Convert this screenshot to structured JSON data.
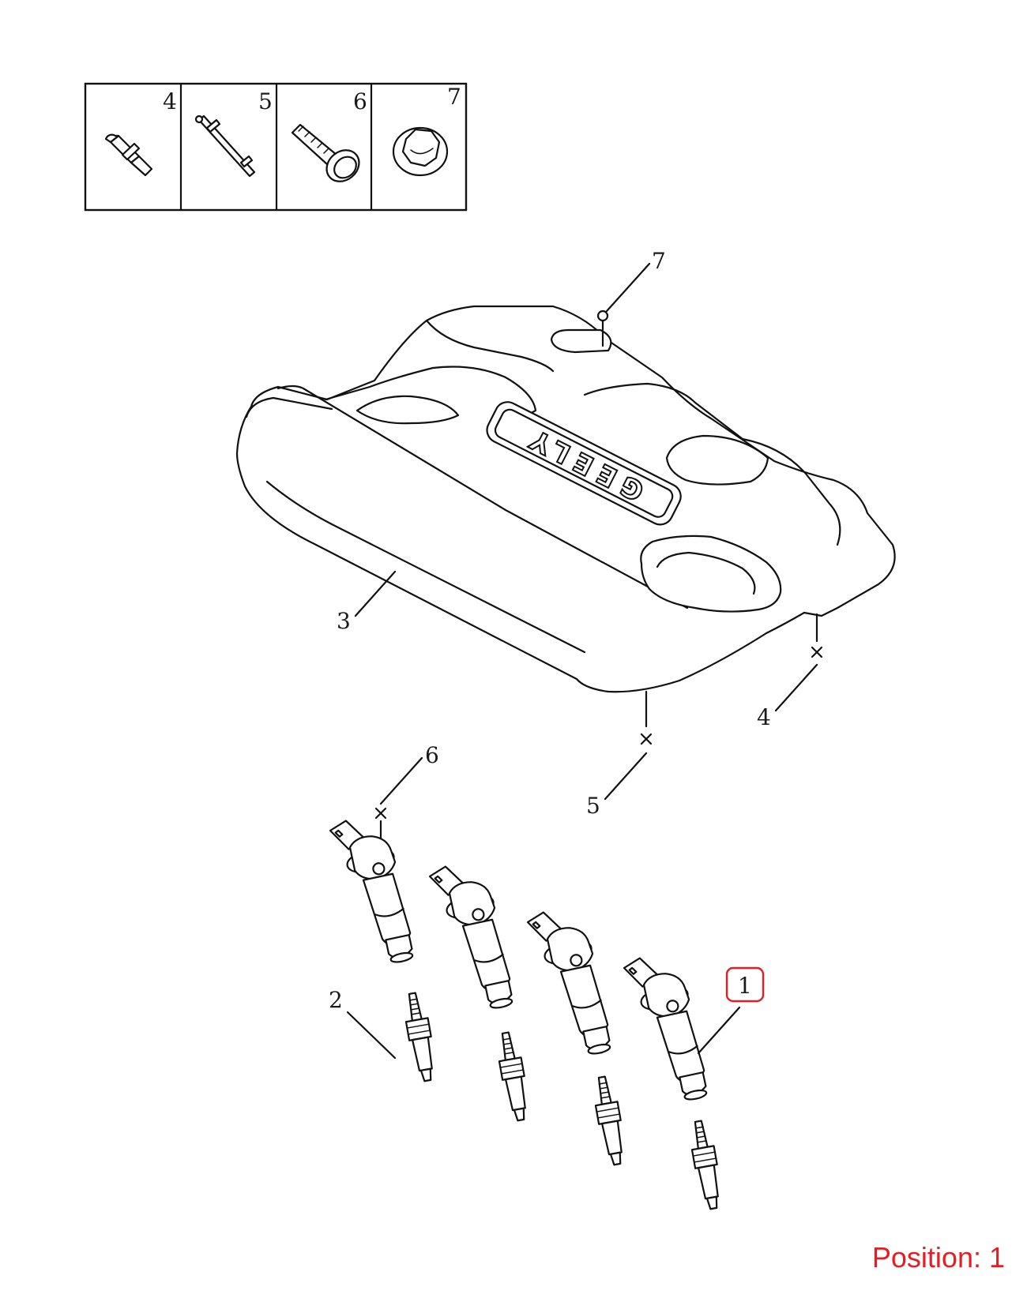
{
  "brand_logo": "GEELY",
  "legend": {
    "cells": [
      {
        "label": "4",
        "icon": "stud-clip-icon"
      },
      {
        "label": "5",
        "icon": "long-stud-icon"
      },
      {
        "label": "6",
        "icon": "flange-bolt-icon"
      },
      {
        "label": "7",
        "icon": "flange-nut-icon"
      }
    ]
  },
  "callouts": {
    "c1": "1",
    "c2": "2",
    "c3": "3",
    "c4": "4",
    "c5": "5",
    "c6": "6",
    "c7": "7"
  },
  "highlight_color": "#e31e24",
  "status": {
    "position_label": "Position: 1"
  }
}
